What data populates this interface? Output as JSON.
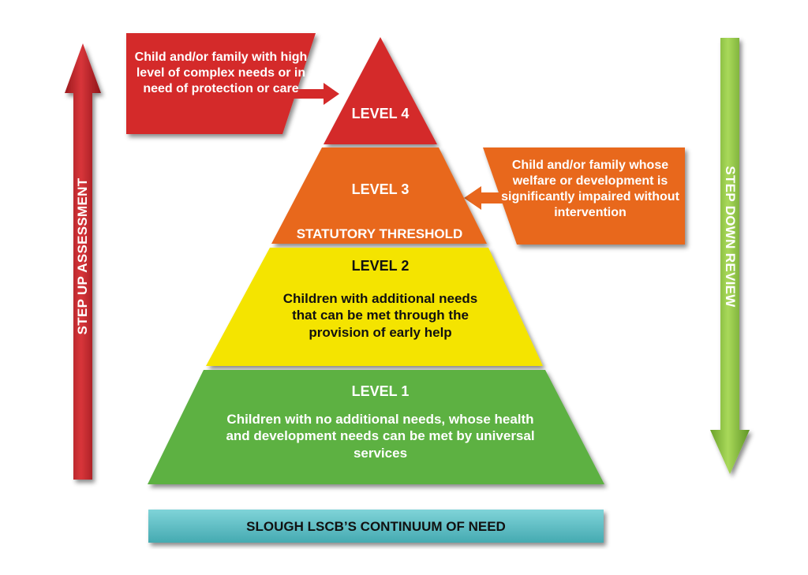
{
  "pyramid": {
    "level4": {
      "title": "LEVEL 4",
      "color": "#d42a2a"
    },
    "level3": {
      "title": "LEVEL 3",
      "subtitle": "STATUTORY THRESHOLD",
      "color": "#e8671e"
    },
    "level2": {
      "title": "LEVEL 2",
      "description": "Children with additional needs that can be met through the provision of early help",
      "color": "#f4e400"
    },
    "level1": {
      "title": "LEVEL 1",
      "description": "Children with no additional needs, whose health and development needs can be met by universal services",
      "color": "#5db143"
    }
  },
  "callouts": {
    "red": {
      "text": "Child and/or family with high level of complex needs or in need of protection or care",
      "color": "#d42a2a"
    },
    "orange": {
      "text": "Child and/or family whose welfare or development is significantly impaired without intervention",
      "color": "#e8671e"
    }
  },
  "arrows": {
    "step_up": {
      "label": "STEP UP ASSESSMENT",
      "color": "#c9262b"
    },
    "step_down": {
      "label": "STEP DOWN REVIEW",
      "color": "#8cc63f"
    }
  },
  "footer": {
    "label": "SLOUGH LSCB’S CONTINUUM OF NEED",
    "color": "#5bbfc5"
  }
}
